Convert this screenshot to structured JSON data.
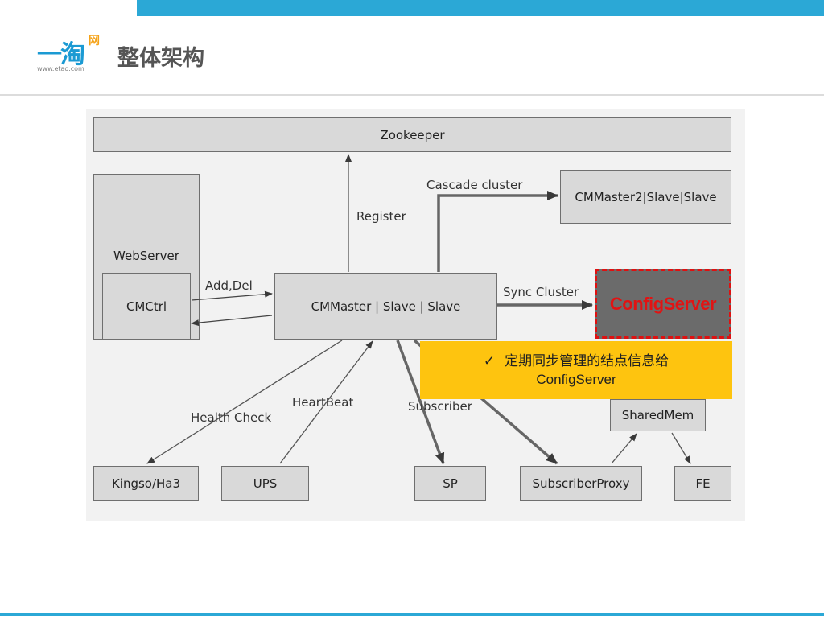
{
  "header": {
    "logo_main": "一淘",
    "logo_sup": "网",
    "logo_url": "www.etao.com",
    "title": "整体架构"
  },
  "diagram": {
    "zookeeper": "Zookeeper",
    "webserver": "WebServer",
    "cmctrl": "CMCtrl",
    "cmmaster": "CMMaster | Slave | Slave",
    "cmmaster2": "CMMaster2|Slave|Slave",
    "configserver": "ConfigServer",
    "sharedmem": "SharedMem",
    "kingso": "Kingso/Ha3",
    "ups": "UPS",
    "sp": "SP",
    "subscriberproxy": "SubscriberProxy",
    "fe": "FE",
    "edges": {
      "register": "Register",
      "cascade": "Cascade cluster",
      "add_del": "Add,Del",
      "sync": "Sync Cluster",
      "health": "Health Check",
      "heartbeat": "HeartBeat",
      "subscriber": "Subscriber"
    }
  },
  "note": {
    "check": "✓",
    "line1": "定期同步管理的结点信息给",
    "line2": "ConfigServer"
  },
  "colors": {
    "accent": "#2ba8d6",
    "highlight": "#fec40f",
    "alert": "#e01010"
  }
}
